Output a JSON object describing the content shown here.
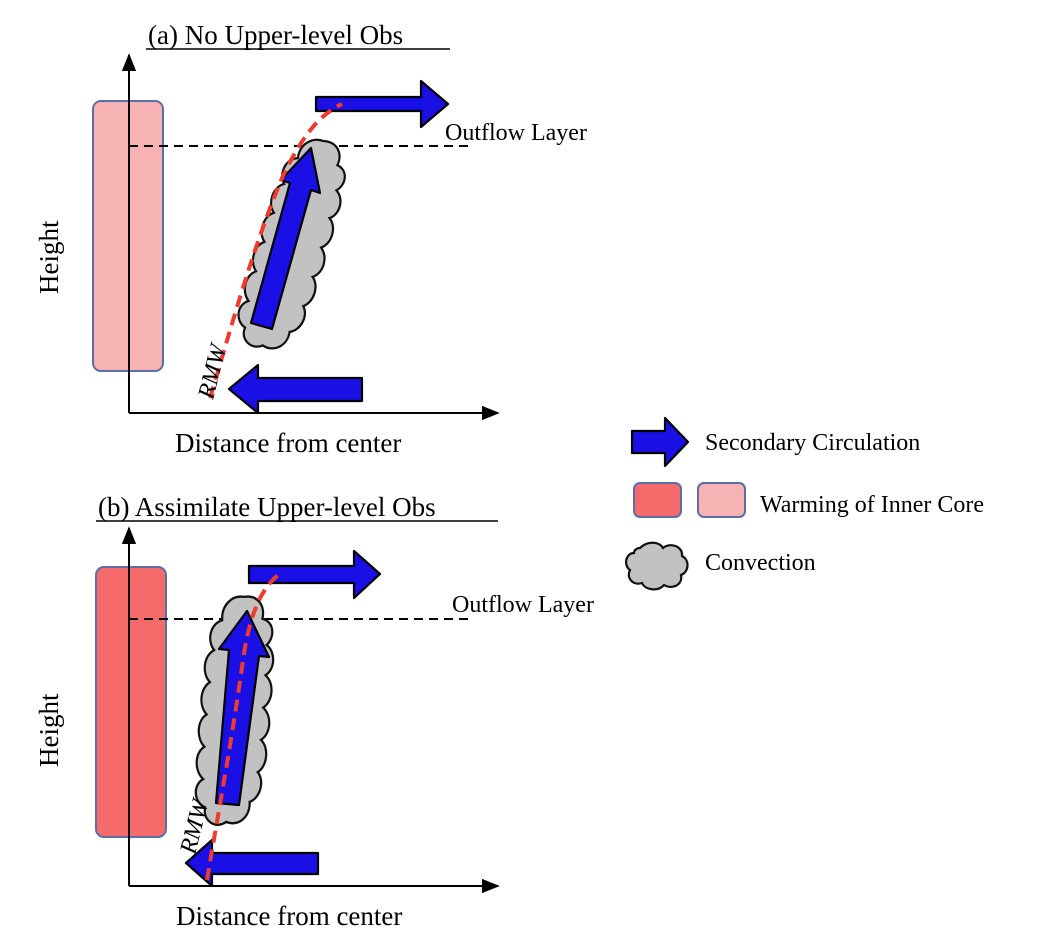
{
  "panel_a": {
    "title": "(a) No Upper-level Obs",
    "y_axis_label": "Height",
    "x_axis_label": "Distance from center",
    "outflow_label": "Outflow Layer",
    "rmw_label": "RMW"
  },
  "panel_b": {
    "title": "(b) Assimilate Upper-level Obs",
    "y_axis_label": "Height",
    "x_axis_label": "Distance from center",
    "outflow_label": "Outflow Layer",
    "rmw_label": "RMW"
  },
  "legend": {
    "secondary_circulation": "Secondary Circulation",
    "warming": "Warming of Inner Core",
    "convection": "Convection"
  },
  "colors": {
    "arrow_fill": "#1a10e6",
    "warming_weak": "#f7b3b3",
    "warming_strong": "#f56b6b",
    "box_stroke": "#5a6fa8",
    "rmw_line": "#ee3b2e",
    "cloud_fill": "#c2c2c2"
  }
}
